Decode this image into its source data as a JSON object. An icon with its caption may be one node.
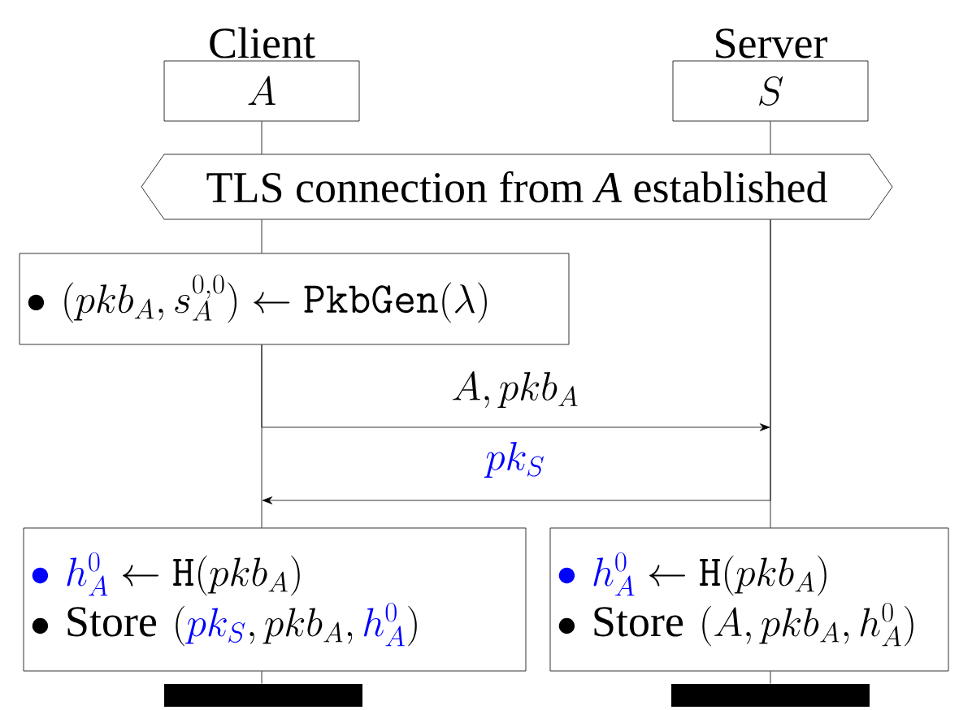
{
  "diagram": {
    "nodes": [
      {
        "text": [
          "Client",
          "A"
        ]
      },
      {
        "text": [
          "Server",
          "S"
        ]
      },
      {
        "text": [
          "TLS connection from *A* established"
        ]
      },
      {
        "text": [
          "\\bullet\\ (pkb_A, s^{0,0}_A) \\leftarrow \\mathtt{PkbGen}(\\lambda)"
        ]
      },
      {
        "text": [
          "{\\color{blue}\\bullet\\ h^0_A} \\leftarrow \\mathtt{H}(pkb_A)",
          "\\bullet\\ \\mbox{Store}\\ ({\\color{blue}pk_S}, pkb_A, {\\color{blue}h^0_A})"
        ]
      },
      {
        "text": [
          "{\\color{blue}\\bullet\\ h^0_A} \\leftarrow \\mathtt{H}(pkb_A)",
          "\\bullet\\ \\mbox{Store}\\ (A, pkb_A, h^0_A)"
        ]
      },
      {
        "text": [],
        "shape": "bar"
      },
      {
        "text": [],
        "shape": "bar"
      }
    ],
    "edges": [
      {
        "from": 0,
        "to": 2,
        "arrow": "none"
      },
      {
        "from": 2,
        "to": 3,
        "arrow": "none"
      },
      {
        "from": 3,
        "to": 4,
        "arrow": "none"
      },
      {
        "from": 4,
        "to": 6,
        "arrow": "none"
      },
      {
        "from": 1,
        "to": 2,
        "arrow": "none"
      },
      {
        "from": 2,
        "to": 5,
        "arrow": "none"
      },
      {
        "from": 5,
        "to": 7,
        "arrow": "none"
      },
      {
        "from": 3,
        "to": null,
        "arrow": "to",
        "label": "A, pkb_A"
      },
      {
        "from": 2,
        "to": null,
        "arrow": "to",
        "label": "{\\color{blue}pk_S}"
      }
    ]
  }
}
